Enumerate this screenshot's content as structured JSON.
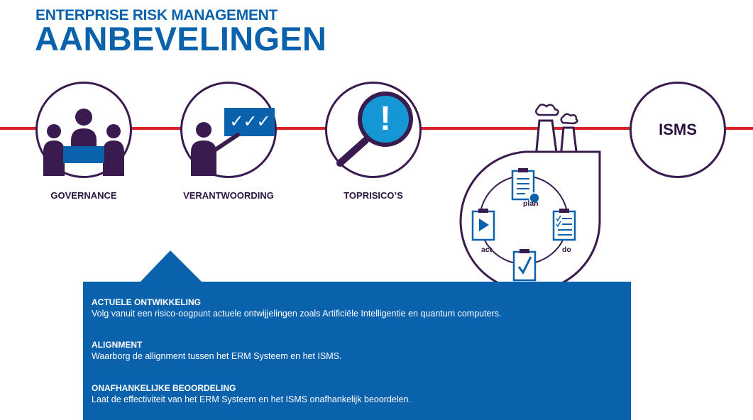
{
  "header": {
    "subtitle": "ENTERPRISE RISK MANAGEMENT",
    "title": "AANBEVELINGEN"
  },
  "pillars": [
    {
      "icon": "meeting-icon",
      "label": "GOVERNANCE"
    },
    {
      "icon": "presentation-icon",
      "label": "VERANTWOORDING",
      "board_text": "✓✓✓"
    },
    {
      "icon": "magnifier-alert-icon",
      "label": "TOPRISICO’S",
      "mark": "!"
    },
    {
      "icon": "factory-icon",
      "label": ""
    },
    {
      "icon": "isms-icon",
      "label": "ISMS"
    }
  ],
  "pdca": {
    "plan": "plan",
    "do": "do",
    "check": "check",
    "act": "act"
  },
  "recommendations": [
    {
      "heading": "ACTUELE ONTWIKKELING",
      "text": "Volg vanuit een risico-oogpunt actuele ontwijjelingen zoals Artificiële Intelligentie en quantum computers."
    },
    {
      "heading": "ALIGNMENT",
      "text": "Waarborg de allignment tussen het ERM Systeem en het ISMS."
    },
    {
      "heading": "ONAFHANKELIJKE BEOORDELING",
      "text": "Laat de effectiviteit van het ERM Systeem en het ISMS onafhankelijk beoordelen."
    }
  ],
  "colors": {
    "brand_blue": "#0a62ad",
    "accent_blue": "#1497d4",
    "timeline_red": "#d8232a",
    "outline_purple": "#3a1b4f"
  }
}
